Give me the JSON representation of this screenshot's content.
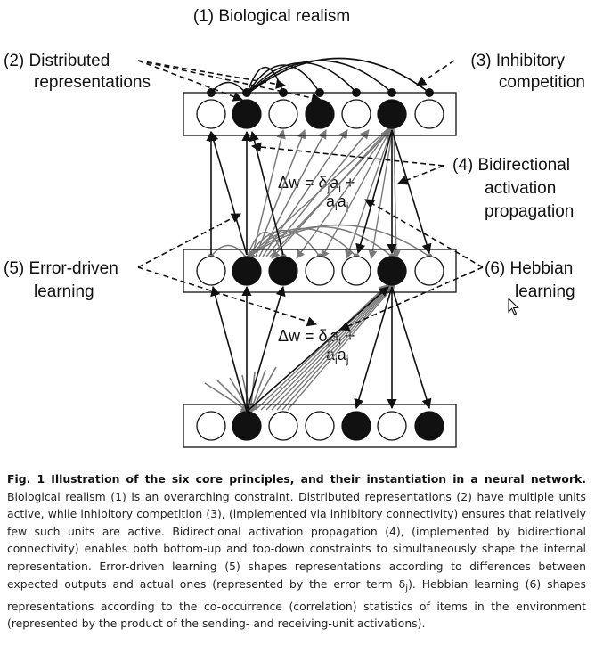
{
  "figure": {
    "title": "(1) Biological realism",
    "label_distributed_1": "(2) Distributed",
    "label_distributed_2": "representations",
    "label_inhibitory_1": "(3) Inhibitory",
    "label_inhibitory_2": "competition",
    "label_bidir_1": "(4) Bidirectional",
    "label_bidir_2": "activation",
    "label_bidir_3": "propagation",
    "label_error_1": "(5) Error-driven",
    "label_error_2": "learning",
    "label_hebb_1": "(6) Hebbian",
    "label_hebb_2": "learning",
    "equation": {
      "dw": "Δw = δ",
      "sub_j": "j",
      "a": "a",
      "sub_i": "i",
      "plus": " +",
      "a2": "a",
      "sub_i2": "i",
      "a3": "a",
      "sub_j2": "j"
    },
    "layers": {
      "top": [
        0,
        1,
        0,
        1,
        0,
        1,
        0
      ],
      "middle": [
        0,
        1,
        1,
        0,
        0,
        1,
        0
      ],
      "bottom": [
        0,
        1,
        0,
        0,
        1,
        0,
        1
      ]
    },
    "colors": {
      "active": "#111111",
      "inactive": "#ffffff",
      "gray_arrow": "#7a7a7a"
    }
  },
  "caption": {
    "bold": "Fig. 1 Illustration of the six core principles, and their instantiation in a neural network.",
    "text_1": " Biological realism (1) is an overarching constraint. Distributed representations (2) have multiple units active, while inhibitory competition (3), (implemented via inhibitory connectivity) ensures that relatively few such units are active. Bidirectional activation propagation (4), (implemented by bidirectional connectivity) enables both bottom-up and top-down constraints to simultaneously shape the internal representation. Error-driven learning (5) shapes representations according to differences between expected outputs and actual ones (represented by the error term δ",
    "sub_j": "j",
    "text_2": "). Hebbian learning (6) shapes representations according to the co-occurrence (correlation) statistics of items in the environment (represented by the product of the sending- and receiving-unit activations)."
  }
}
